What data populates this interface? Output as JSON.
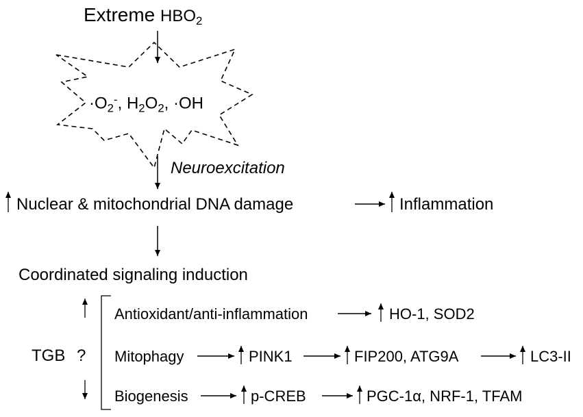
{
  "title": {
    "main": "Extreme",
    "hbo": "HBO",
    "hbo_sub": "2"
  },
  "ros": {
    "o2": "·O",
    "o2_sub": "2",
    "o2_sup": "-",
    "sep1": ", ",
    "h2o2_h": "H",
    "h2o2_sub1": "2",
    "h2o2_o": "O",
    "h2o2_sub2": "2",
    "sep2": ", ",
    "oh": "·OH"
  },
  "steps": {
    "neuroexcitation": "Neuroexcitation",
    "dna_damage": "Nuclear & mitochondrial DNA damage",
    "inflammation": "Inflammation",
    "signaling": "Coordinated signaling induction"
  },
  "tgb": {
    "label": "TGB",
    "question": "?"
  },
  "pathways": {
    "antioxidant": {
      "label": "Antioxidant/anti-inflammation",
      "targets": "HO-1, SOD2"
    },
    "mitophagy": {
      "label": "Mitophagy",
      "step1": "PINK1",
      "step2": "FIP200, ATG9A",
      "step3": "LC3-II"
    },
    "biogenesis": {
      "label": "Biogenesis",
      "step1": "p-CREB",
      "step2": "PGC-1α, NRF-1, TFAM"
    }
  }
}
